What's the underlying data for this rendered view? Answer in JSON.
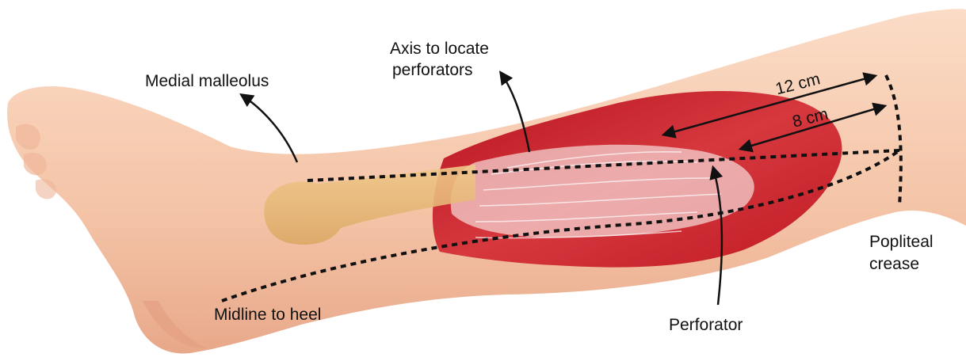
{
  "labels": {
    "medial_malleolus": "Medial malleolus",
    "axis_line1": "Axis to locate",
    "axis_line2": "perforators",
    "distance_12": "12 cm",
    "distance_8": "8 cm",
    "popliteal_line1": "Popliteal",
    "popliteal_line2": "crease",
    "midline_to_heel": "Midline to heel",
    "perforator": "Perforator"
  },
  "colors": {
    "skin": "#f6c9ad",
    "skin_shadow": "#e9a889",
    "bone": "#e8b97a",
    "muscle": "#c8202a",
    "muscle_light": "#e25a5f",
    "tendon": "#f3d6d4",
    "line": "#111111"
  }
}
